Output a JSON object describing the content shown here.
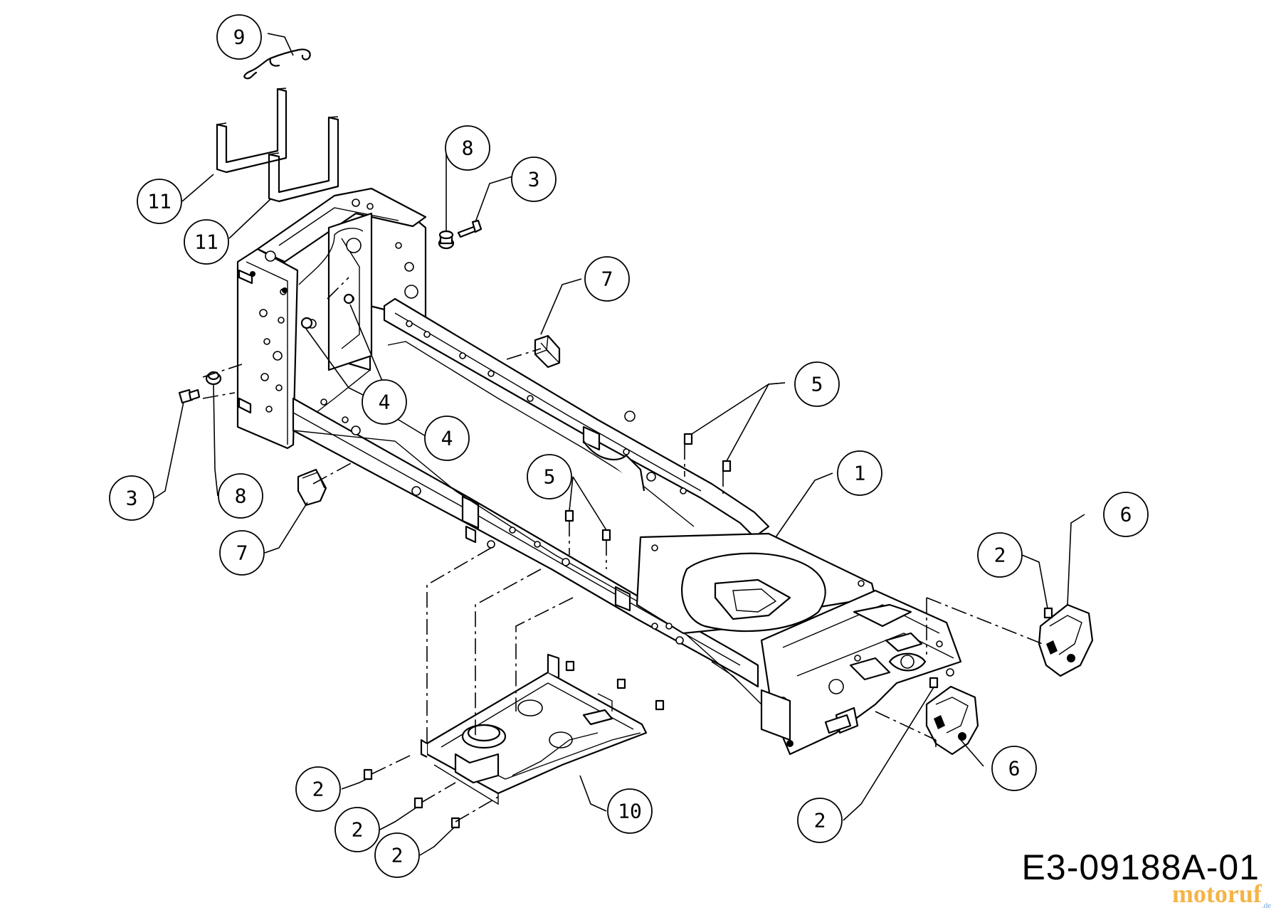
{
  "diagram_code": "E3-09188A-01",
  "watermark": "motoruf",
  "watermark_suffix": ".de",
  "callouts": [
    "9",
    "11",
    "11",
    "8",
    "3",
    "7",
    "5",
    "4",
    "4",
    "3",
    "8",
    "7",
    "5",
    "1",
    "6",
    "2",
    "2",
    "6",
    "2",
    "2",
    "2",
    "10"
  ]
}
